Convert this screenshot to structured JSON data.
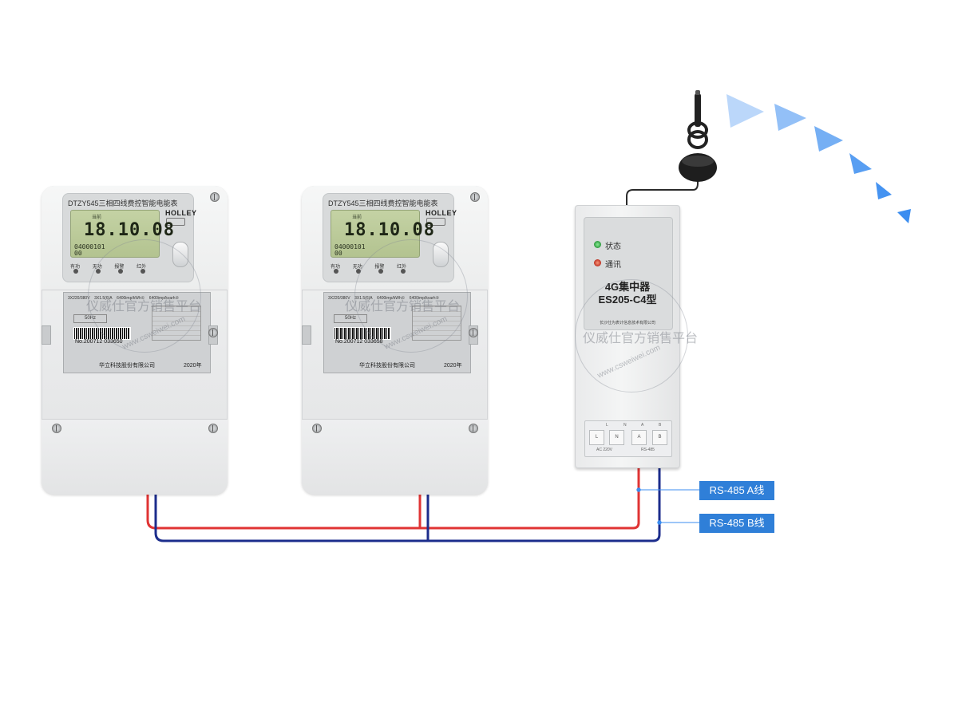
{
  "meters": [
    {
      "model": "DTZY545三相四线费控智能电能表",
      "brand": "HOLLEY",
      "lcd_label": "当前",
      "lcd_reading": "18.10.08",
      "lcd_code": [
        "04000101",
        "00"
      ],
      "indicators": [
        "有功",
        "无功",
        "报警",
        "红外"
      ],
      "plate_specs": [
        "3X220/380V",
        "3X1.5(6)A",
        "6400imp/kWh①",
        "6400imp/kvarh②"
      ],
      "frequency": "50Hz",
      "serial": "No.200712 033650",
      "company": "华立科技股份有限公司",
      "year": "2020年"
    },
    {
      "model": "DTZY545三相四线费控智能电能表",
      "brand": "HOLLEY",
      "lcd_label": "当前",
      "lcd_reading": "18.10.08",
      "lcd_code": [
        "04000101",
        "00"
      ],
      "indicators": [
        "有功",
        "无功",
        "报警",
        "红外"
      ],
      "plate_specs": [
        "3X220/380V",
        "3X1.5(6)A",
        "6400imp/kWh①",
        "6400imp/kvarh②"
      ],
      "frequency": "50Hz",
      "serial": "No.200712 033658",
      "company": "华立科技股份有限公司",
      "year": "2020年"
    }
  ],
  "concentrator": {
    "status_label": "状态",
    "comm_label": "通讯",
    "name": "4G集中器",
    "model": "ES205-C4型",
    "company": "长沙仕为表计信息技术有限公司",
    "terminals": {
      "top_labels": [
        "L",
        "N",
        "A",
        "B"
      ],
      "cells": [
        "L",
        "N",
        "A",
        "B"
      ],
      "bottom_labels": [
        "AC 220V",
        "RS-485"
      ]
    },
    "colors": {
      "status_led": "#3aa64a",
      "comm_led": "#c8402f",
      "body": "#eeeff0"
    }
  },
  "watermark": {
    "text": "仪威仕官方销售平台",
    "url": "www.csweiwei.com"
  },
  "labels": {
    "rs485_a": "RS-485 A线",
    "rs485_b": "RS-485 B线"
  },
  "colors": {
    "wire_a": "#e03434",
    "wire_b": "#1c2d8c",
    "label_bg": "#2f7fd8",
    "signal": "#3b8df0",
    "antenna": "#2b2b2b"
  }
}
